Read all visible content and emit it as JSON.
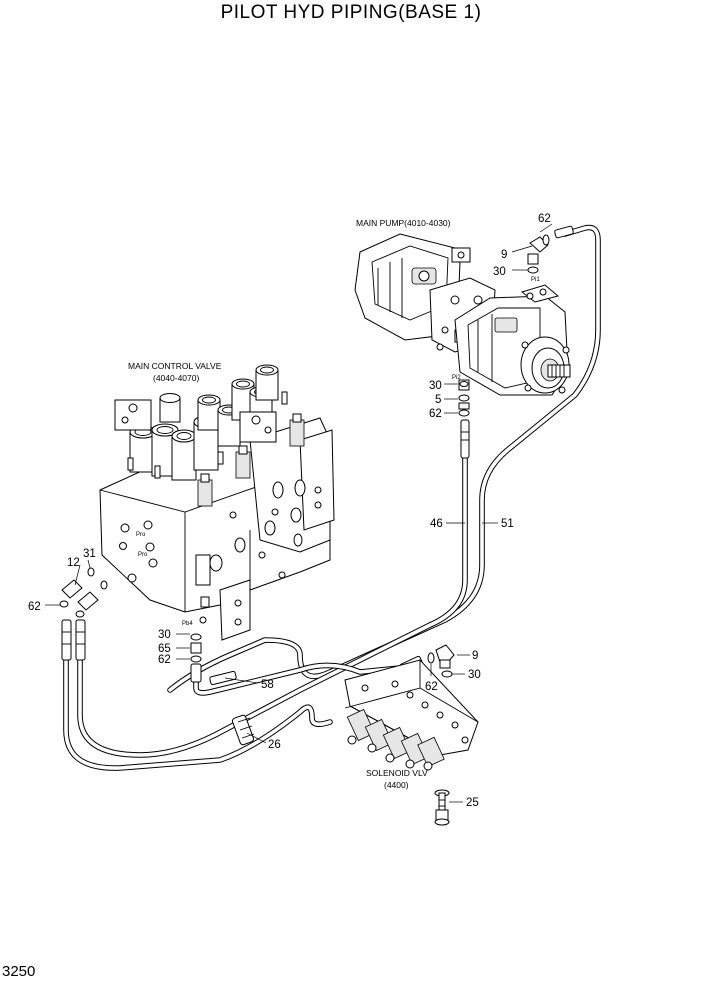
{
  "title": "PILOT HYD PIPING(BASE 1)",
  "page_number": "3250",
  "assemblies": {
    "main_pump": {
      "name": "MAIN PUMP(4010-4030)",
      "ports": [
        "Pi1",
        "Pi2"
      ]
    },
    "main_control_valve": {
      "name": "MAIN CONTROL VALVE",
      "range": "(4040-4070)",
      "ports": [
        "Pro",
        "Pro",
        "Pb4"
      ]
    },
    "solenoid_valve": {
      "name": "SOLENOID VLV",
      "range": "(4400)"
    }
  },
  "callouts": {
    "pump_top_62": "62",
    "pump_top_9": "9",
    "pump_top_30": "30",
    "pump_pi2_30": "30",
    "pump_pi2_5": "5",
    "pump_pi2_62": "62",
    "hose_46": "46",
    "hose_51": "51",
    "mcv_12": "12",
    "mcv_31": "31",
    "mcv_62": "62",
    "pb4_30": "30",
    "pb4_65": "65",
    "pb4_62": "62",
    "hose_58": "58",
    "clamp_26": "26",
    "sol_9": "9",
    "sol_62": "62",
    "sol_30": "30",
    "bolt_25": "25"
  }
}
